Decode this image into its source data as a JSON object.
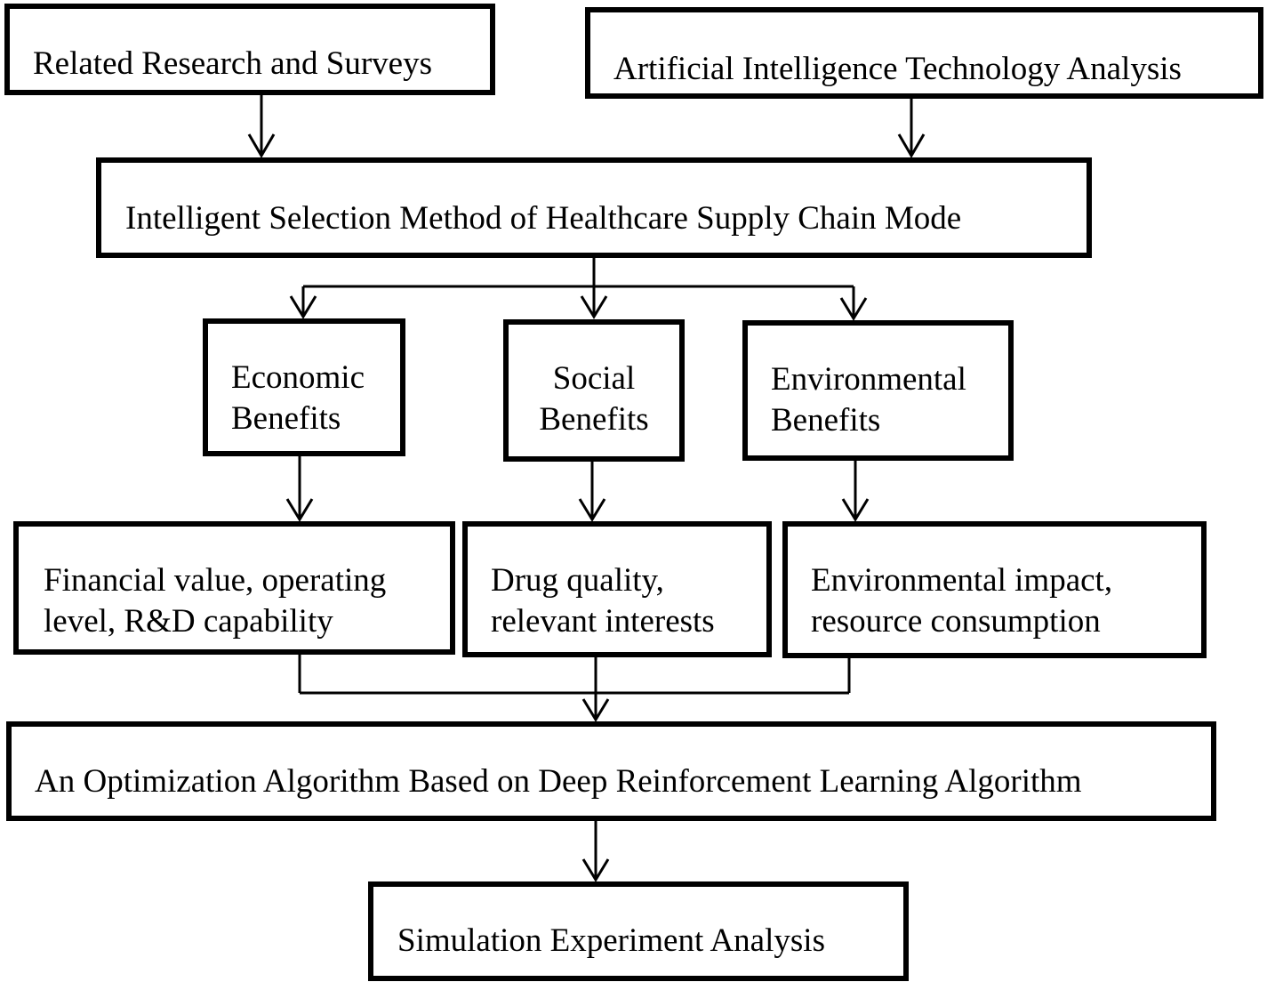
{
  "diagram": {
    "nodes": {
      "related_research": {
        "label": "Related Research and Surveys"
      },
      "ai_analysis": {
        "label": "Artificial Intelligence Technology Analysis"
      },
      "intelligent_selection": {
        "label": "Intelligent Selection Method of Healthcare Supply Chain Mode"
      },
      "economic_benefits": {
        "label": "Economic\nBenefits"
      },
      "social_benefits": {
        "label": "Social\nBenefits"
      },
      "environmental_benefits": {
        "label": "Environmental\nBenefits"
      },
      "financial_value": {
        "label": "Financial value, operating\nlevel, R&D capability"
      },
      "drug_quality": {
        "label": "Drug quality,\nrelevant interests"
      },
      "environmental_impact": {
        "label": "Environmental impact,\nresource consumption"
      },
      "optimization_algorithm": {
        "label": "An Optimization Algorithm Based on Deep Reinforcement Learning Algorithm"
      },
      "simulation_analysis": {
        "label": "Simulation Experiment Analysis"
      }
    },
    "edges": [
      {
        "from": "related_research",
        "to": "intelligent_selection"
      },
      {
        "from": "ai_analysis",
        "to": "intelligent_selection"
      },
      {
        "from": "intelligent_selection",
        "to": "economic_benefits"
      },
      {
        "from": "intelligent_selection",
        "to": "social_benefits"
      },
      {
        "from": "intelligent_selection",
        "to": "environmental_benefits"
      },
      {
        "from": "economic_benefits",
        "to": "financial_value"
      },
      {
        "from": "social_benefits",
        "to": "drug_quality"
      },
      {
        "from": "environmental_benefits",
        "to": "environmental_impact"
      },
      {
        "from": "financial_value",
        "to": "optimization_algorithm"
      },
      {
        "from": "drug_quality",
        "to": "optimization_algorithm"
      },
      {
        "from": "environmental_impact",
        "to": "optimization_algorithm"
      },
      {
        "from": "optimization_algorithm",
        "to": "simulation_analysis"
      }
    ],
    "colors": {
      "stroke": "#000000",
      "background": "#ffffff",
      "text": "#000000"
    }
  }
}
